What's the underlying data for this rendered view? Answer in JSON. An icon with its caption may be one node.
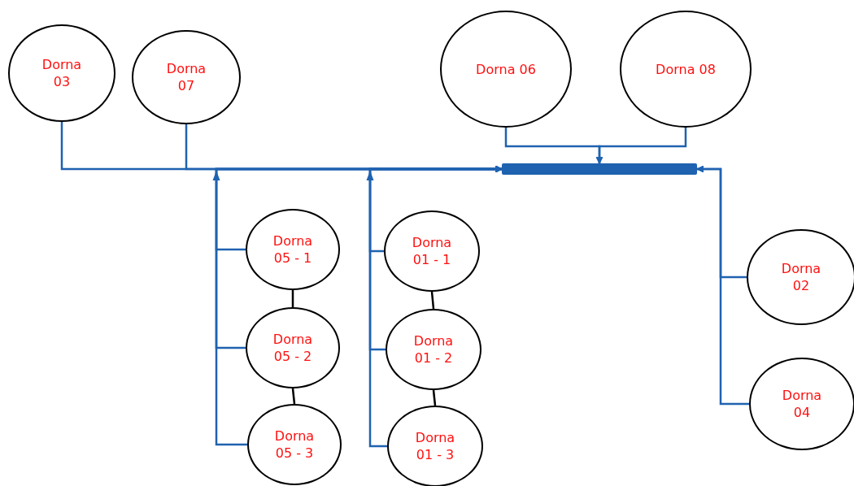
{
  "diagram": {
    "nodes": [
      {
        "text": [
          "Dorna 03"
        ]
      },
      {
        "text": [
          "Dorna 07"
        ]
      },
      {
        "text": [
          "Dorna 06"
        ]
      },
      {
        "text": [
          "Dorna 08"
        ]
      },
      {
        "text": [],
        "shape": "bar"
      },
      {
        "text": [
          "Dorna 05 - 1"
        ]
      },
      {
        "text": [
          "Dorna 05 - 2"
        ]
      },
      {
        "text": [
          "Dorna 05 - 3"
        ]
      },
      {
        "text": [
          "Dorna 01 - 1"
        ]
      },
      {
        "text": [
          "Dorna 01 - 2"
        ]
      },
      {
        "text": [
          "Dorna 01 - 3"
        ]
      },
      {
        "text": [
          "Dorna 02"
        ]
      },
      {
        "text": [
          "Dorna 04"
        ]
      }
    ],
    "edges": [
      {
        "from": 0,
        "to": 4,
        "arrow": "to"
      },
      {
        "from": 1,
        "to": 4,
        "arrow": "to"
      },
      {
        "from": 2,
        "to": 4,
        "arrow": "to"
      },
      {
        "from": 3,
        "to": 4,
        "arrow": "to"
      },
      {
        "from": 5,
        "to": 4,
        "arrow": "to"
      },
      {
        "from": 6,
        "to": 4,
        "arrow": "to"
      },
      {
        "from": 7,
        "to": 4,
        "arrow": "to"
      },
      {
        "from": 8,
        "to": 4,
        "arrow": "to"
      },
      {
        "from": 9,
        "to": 4,
        "arrow": "to"
      },
      {
        "from": 10,
        "to": 4,
        "arrow": "to"
      },
      {
        "from": 11,
        "to": 4,
        "arrow": "to"
      },
      {
        "from": 12,
        "to": 4,
        "arrow": "to"
      },
      {
        "from": 5,
        "to": 6,
        "arrow": "none",
        "color": "#000000"
      },
      {
        "from": 6,
        "to": 7,
        "arrow": "none",
        "color": "#000000"
      },
      {
        "from": 8,
        "to": 9,
        "arrow": "none",
        "color": "#000000"
      },
      {
        "from": 9,
        "to": 10,
        "arrow": "none",
        "color": "#000000"
      }
    ]
  }
}
